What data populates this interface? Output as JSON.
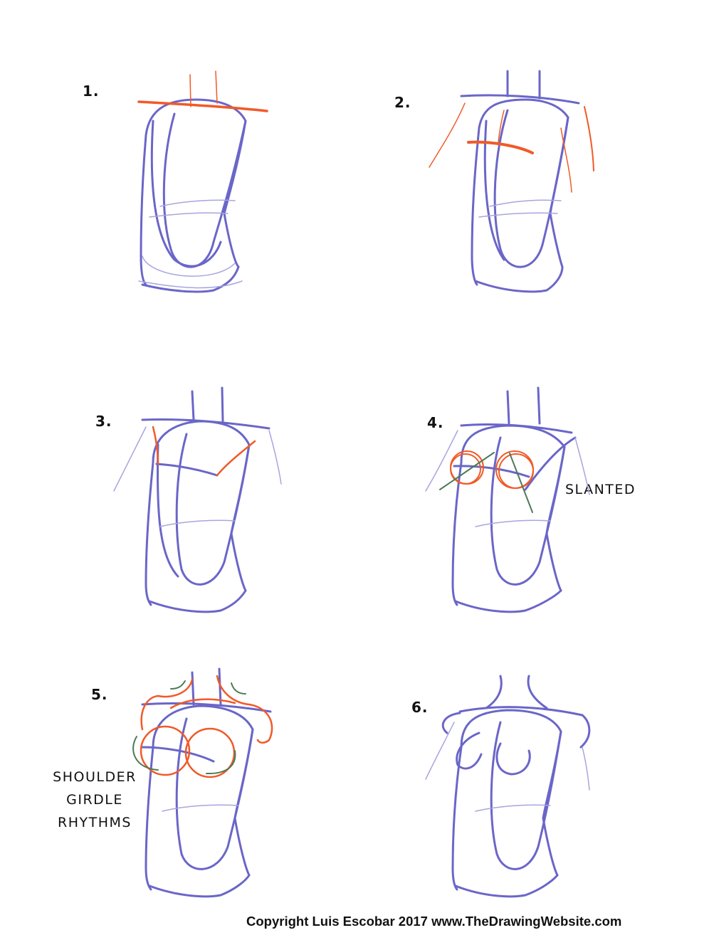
{
  "title": "Female torso construction steps",
  "colors": {
    "sketch_blue": "#6a66c8",
    "accent_red": "#f05a28",
    "guide_green": "#4d7a56",
    "text": "#111111",
    "background": "#ffffff"
  },
  "steps": [
    {
      "number": "1.",
      "description": "Torso rib cage and pelvis blocked in with red shoulder line across the top"
    },
    {
      "number": "2.",
      "description": "Red guide lines for arms and curved chest line"
    },
    {
      "number": "3.",
      "description": "Red lines connecting shoulders to chest line"
    },
    {
      "number": "4.",
      "description": "Red circles for breasts with green slant axes",
      "annotation": "SLANTED"
    },
    {
      "number": "5.",
      "description": "Red curves for shoulders and breasts with green rhythm arrows",
      "annotation_lines": [
        "SHOULDER",
        "GIRDLE",
        "RHYTHMS"
      ]
    },
    {
      "number": "6.",
      "description": "Final refined torso sketch in blue"
    }
  ],
  "footer": {
    "copyright": "Copyright Luis Escobar 2017 www.TheDrawingWebsite.com"
  }
}
